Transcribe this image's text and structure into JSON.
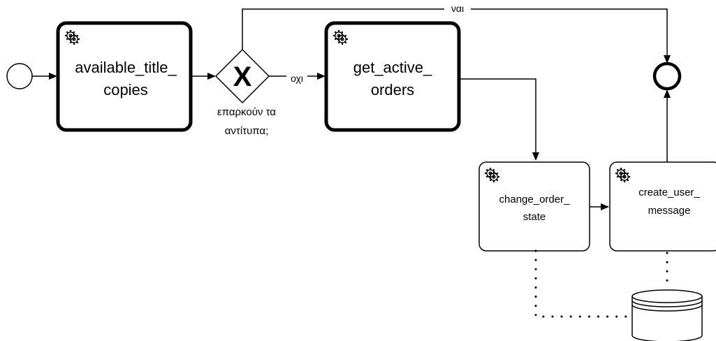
{
  "diagram": {
    "tasks": [
      {
        "id": "available",
        "lines": [
          "available_title_",
          "copies"
        ],
        "icon": "gear-icon"
      },
      {
        "id": "get_active",
        "lines": [
          "get_active_",
          "orders"
        ],
        "icon": "gear-icon"
      },
      {
        "id": "change_state",
        "lines": [
          "change_order_",
          "state"
        ],
        "icon": "gear-icon"
      },
      {
        "id": "create_msg",
        "lines": [
          "create_user_",
          "message"
        ],
        "icon": "gear-icon"
      }
    ],
    "gateway": {
      "symbol": "X",
      "label_lines": [
        "επαρκούν τα",
        "αντίτυπα;"
      ]
    },
    "flows": {
      "yes_label": "ναι",
      "no_label": "οχι"
    },
    "events": {
      "start": "start-event",
      "end": "end-event"
    },
    "data_store": "data-store"
  }
}
